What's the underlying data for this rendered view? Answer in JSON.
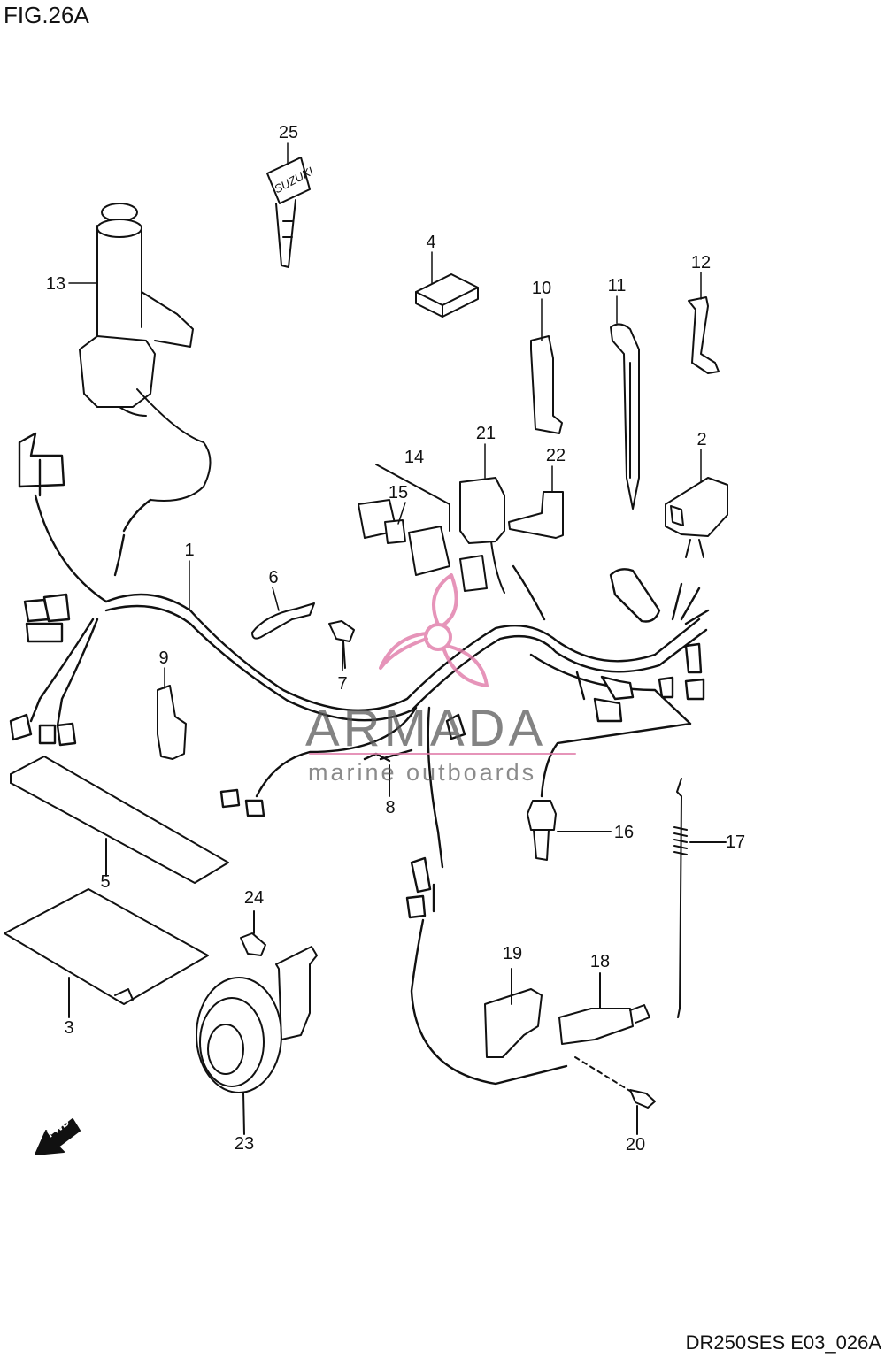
{
  "figure": {
    "title": "FIG.26A",
    "code": "DR250SES E03_026A"
  },
  "watermark": {
    "name": "ARMADA",
    "tagline": "marine outboards",
    "accent_color": "#e07aa8"
  },
  "labels": {
    "fwd": "FWD",
    "key_brand": "SUZUKI"
  },
  "callouts": [
    {
      "id": "1",
      "text": "1"
    },
    {
      "id": "2",
      "text": "2"
    },
    {
      "id": "3",
      "text": "3"
    },
    {
      "id": "4",
      "text": "4"
    },
    {
      "id": "5",
      "text": "5"
    },
    {
      "id": "6",
      "text": "6"
    },
    {
      "id": "7",
      "text": "7"
    },
    {
      "id": "8",
      "text": "8"
    },
    {
      "id": "9",
      "text": "9"
    },
    {
      "id": "10",
      "text": "10"
    },
    {
      "id": "11",
      "text": "11"
    },
    {
      "id": "12",
      "text": "12"
    },
    {
      "id": "13",
      "text": "13"
    },
    {
      "id": "14",
      "text": "14"
    },
    {
      "id": "15",
      "text": "15"
    },
    {
      "id": "16",
      "text": "16"
    },
    {
      "id": "17",
      "text": "17"
    },
    {
      "id": "18",
      "text": "18"
    },
    {
      "id": "19",
      "text": "19"
    },
    {
      "id": "20",
      "text": "20"
    },
    {
      "id": "21",
      "text": "21"
    },
    {
      "id": "22",
      "text": "22"
    },
    {
      "id": "23",
      "text": "23"
    },
    {
      "id": "24",
      "text": "24"
    },
    {
      "id": "25",
      "text": "25"
    }
  ]
}
